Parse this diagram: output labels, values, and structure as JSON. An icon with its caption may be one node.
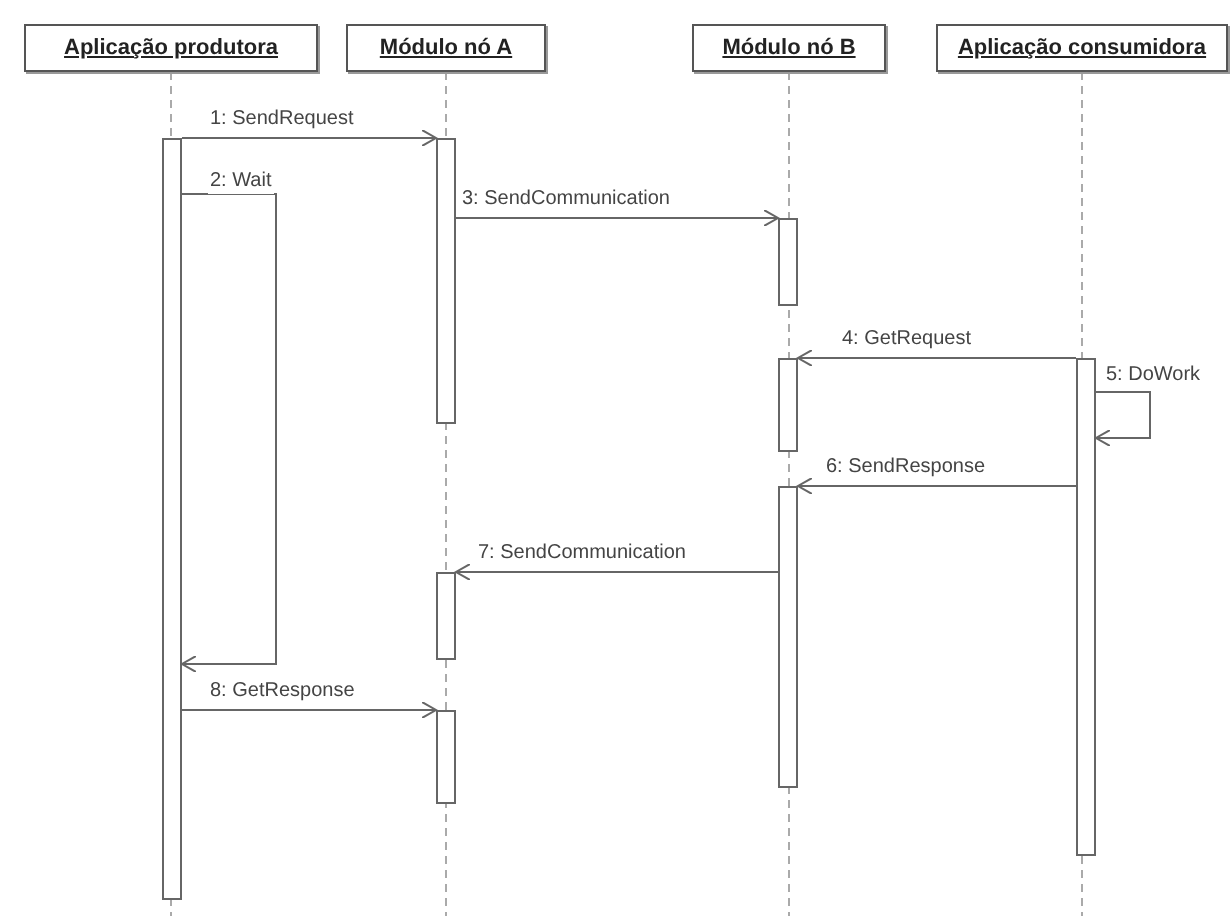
{
  "diagram": {
    "nodes": [
      {
        "text": [
          "Aplicação produtora"
        ]
      },
      {
        "text": [
          "Módulo nó A"
        ]
      },
      {
        "text": [
          "Módulo nó B"
        ]
      },
      {
        "text": [
          "Aplicação consumidora"
        ]
      },
      {
        "text": [],
        "shape": "bar"
      },
      {
        "text": [],
        "shape": "bar"
      },
      {
        "text": [],
        "shape": "bar"
      },
      {
        "text": [],
        "shape": "bar"
      },
      {
        "text": [],
        "shape": "bar"
      },
      {
        "text": [],
        "shape": "bar"
      },
      {
        "text": [],
        "shape": "bar"
      },
      {
        "text": [],
        "shape": "bar"
      }
    ],
    "edges": [
      {
        "from": 4,
        "to": 5,
        "arrow": "to",
        "label": "1: SendRequest"
      },
      {
        "from": 4,
        "to": 4,
        "arrow": "to",
        "label": "2: Wait"
      },
      {
        "from": 5,
        "to": 6,
        "arrow": "to",
        "label": "3: SendCommunication"
      },
      {
        "from": 8,
        "to": 7,
        "arrow": "to",
        "label": "4: GetRequest"
      },
      {
        "from": 8,
        "to": 8,
        "arrow": "to",
        "label": "5: DoWork"
      },
      {
        "from": 8,
        "to": 9,
        "arrow": "to",
        "label": "6: SendResponse"
      },
      {
        "from": 9,
        "to": 10,
        "arrow": "to",
        "label": "7: SendCommunication"
      },
      {
        "from": 4,
        "to": 11,
        "arrow": "to",
        "label": "8: GetResponse"
      }
    ]
  }
}
